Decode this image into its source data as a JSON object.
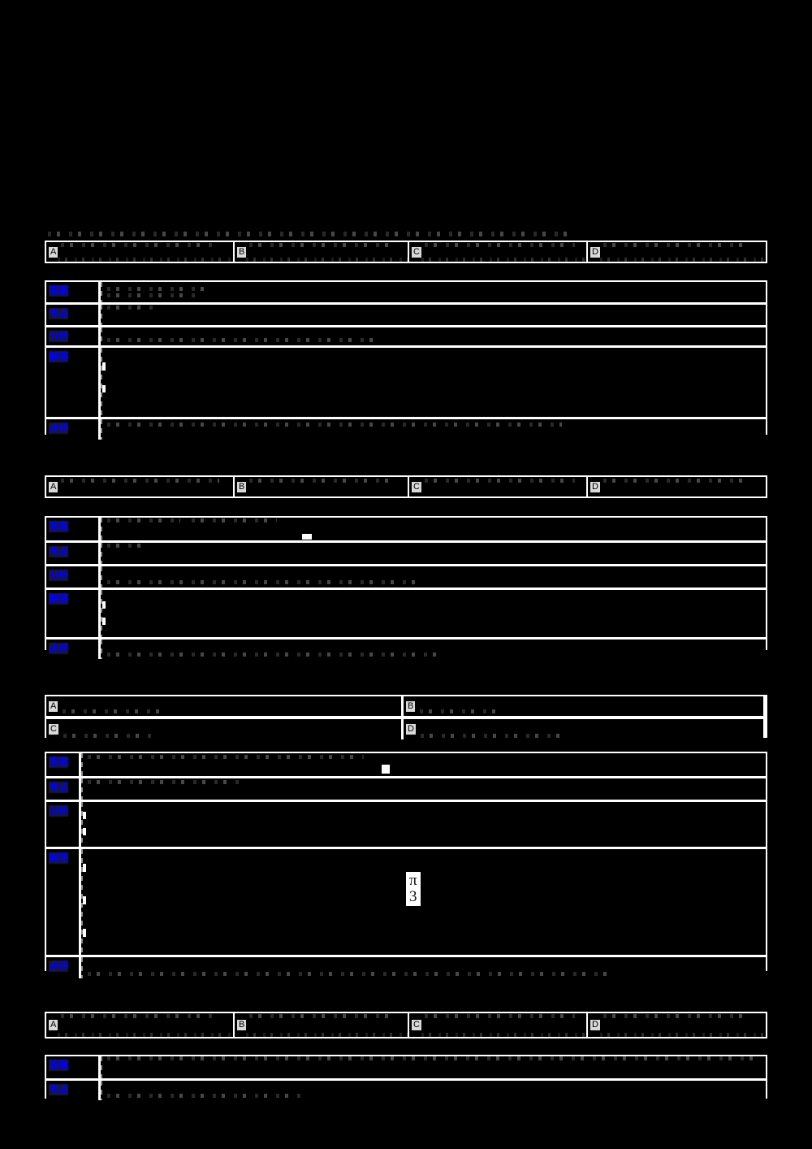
{
  "document": {
    "type": "scanned-exam-worksheet",
    "language": "zh",
    "page_background": "#000000",
    "table_rule_color": "#ffffff",
    "label_color": "#0000ff",
    "redaction_note": "All body text is blacked out / redacted in the source scan"
  },
  "stem": {
    "text": ""
  },
  "labels": {
    "answer": "答案",
    "testpoint": "考点",
    "analysis": "分析",
    "solution": "解答",
    "comment": "点评"
  },
  "option_letters": {
    "a": "A",
    "b": "B",
    "c": "C",
    "d": "D"
  },
  "blocks": [
    {
      "id": "question-1",
      "options": {
        "layout": "single-row",
        "items": [
          {
            "letter": "A",
            "text": ""
          },
          {
            "letter": "B",
            "text": ""
          },
          {
            "letter": "C",
            "text": ""
          },
          {
            "letter": "D",
            "text": ""
          }
        ]
      },
      "rows": [
        {
          "label": "答案",
          "text": ""
        },
        {
          "label": "考点",
          "text": ""
        },
        {
          "label": "分析",
          "text": ""
        },
        {
          "label": "解答",
          "text": ""
        },
        {
          "label": "点评",
          "text": ""
        }
      ]
    },
    {
      "id": "question-2",
      "options": {
        "layout": "single-row",
        "items": [
          {
            "letter": "A",
            "text": ""
          },
          {
            "letter": "B",
            "text": ""
          },
          {
            "letter": "C",
            "text": ""
          },
          {
            "letter": "D",
            "text": ""
          }
        ]
      },
      "rows": [
        {
          "label": "答案",
          "text": ""
        },
        {
          "label": "考点",
          "text": ""
        },
        {
          "label": "分析",
          "text": ""
        },
        {
          "label": "解答",
          "text": ""
        },
        {
          "label": "点评",
          "text": ""
        }
      ]
    },
    {
      "id": "question-3",
      "options": {
        "layout": "two-by-two",
        "items": [
          {
            "letter": "A",
            "text": ""
          },
          {
            "letter": "B",
            "text": ""
          },
          {
            "letter": "C",
            "text": ""
          },
          {
            "letter": "D",
            "text": ""
          }
        ]
      },
      "rows": [
        {
          "label": "答案",
          "text": ""
        },
        {
          "label": "考点",
          "text": ""
        },
        {
          "label": "分析",
          "text": ""
        },
        {
          "label": "解答",
          "text": "",
          "formula": {
            "numerator": "π",
            "denominator": "3"
          }
        },
        {
          "label": "点评",
          "text": ""
        }
      ]
    },
    {
      "id": "question-4",
      "options": {
        "layout": "single-row",
        "items": [
          {
            "letter": "A",
            "text": ""
          },
          {
            "letter": "B",
            "text": ""
          },
          {
            "letter": "C",
            "text": ""
          },
          {
            "letter": "D",
            "text": ""
          }
        ]
      },
      "rows": [
        {
          "label": "答案",
          "text": ""
        },
        {
          "label": "考点",
          "text": ""
        }
      ]
    }
  ],
  "formula": {
    "numerator": "π",
    "denominator": "3"
  }
}
